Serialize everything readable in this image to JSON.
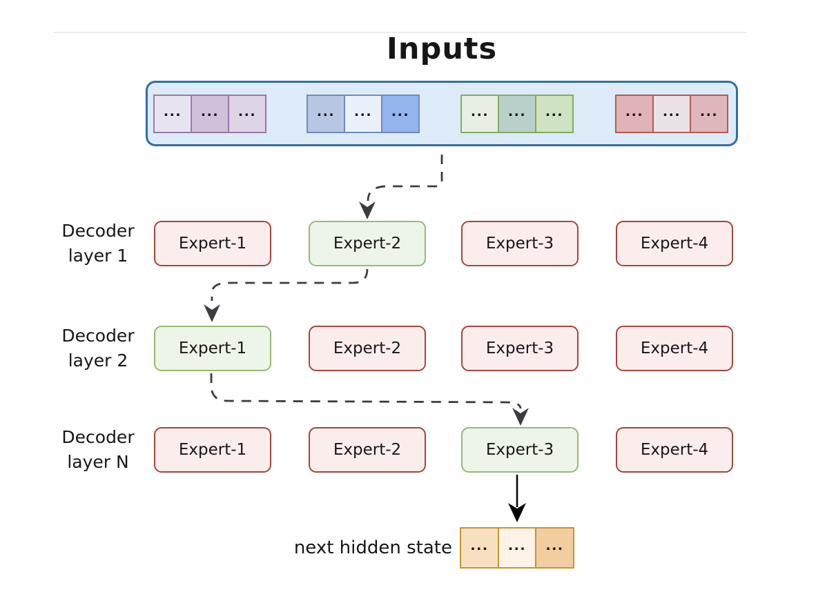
{
  "diagram": {
    "title": "Inputs",
    "token_dots": "...",
    "top_rule_style": "background:#ececec",
    "inputs_row": {
      "container_style": "background:#dcebf7;border-color:#2f6ea5",
      "groups": [
        {
          "name": "purple-token-group",
          "cells": [
            {
              "style": "background:#e8e3f1;border-color:#9878a8"
            },
            {
              "style": "background:#cfc0dc;border-color:#9878a8"
            },
            {
              "style": "background:#ded4e8;border-color:#9878a8"
            }
          ]
        },
        {
          "name": "blue-token-group",
          "cells": [
            {
              "style": "background:#b7c6e3;border-color:#7089bf"
            },
            {
              "style": "background:#e9f0f9;border-color:#7089bf"
            },
            {
              "style": "background:#94b4ee;border-color:#7089bf"
            }
          ]
        },
        {
          "name": "green-token-group",
          "cells": [
            {
              "style": "background:#e8efe2;border-color:#83ab60"
            },
            {
              "style": "background:#b9d0ca;border-color:#83ab60"
            },
            {
              "style": "background:#cfe2c2;border-color:#83ab60"
            }
          ]
        },
        {
          "name": "red-token-group",
          "cells": [
            {
              "style": "background:#dfb3b8;border-color:#b15a52"
            },
            {
              "style": "background:#ebe2e8;border-color:#b15a52"
            },
            {
              "style": "background:#dfb6bb;border-color:#b15a52"
            }
          ]
        }
      ]
    },
    "decoder_layers": [
      {
        "label_line1": "Decoder",
        "label_line2": "layer 1",
        "experts": [
          {
            "label": "Expert-1",
            "state": "unselected",
            "style": "background:#fceded;border-color:#a4443a"
          },
          {
            "label": "Expert-2",
            "state": "selected",
            "style": "background:#edf4e8;border-color:#92bb74"
          },
          {
            "label": "Expert-3",
            "state": "unselected",
            "style": "background:#fceded;border-color:#a4443a"
          },
          {
            "label": "Expert-4",
            "state": "unselected",
            "style": "background:#fceded;border-color:#a4443a"
          }
        ]
      },
      {
        "label_line1": "Decoder",
        "label_line2": "layer 2",
        "experts": [
          {
            "label": "Expert-1",
            "state": "selected",
            "style": "background:#edf4e8;border-color:#92bb74"
          },
          {
            "label": "Expert-2",
            "state": "unselected",
            "style": "background:#fceded;border-color:#a4443a"
          },
          {
            "label": "Expert-3",
            "state": "unselected",
            "style": "background:#fceded;border-color:#a4443a"
          },
          {
            "label": "Expert-4",
            "state": "unselected",
            "style": "background:#fceded;border-color:#a4443a"
          }
        ]
      },
      {
        "label_line1": "Decoder",
        "label_line2": "layer N",
        "experts": [
          {
            "label": "Expert-1",
            "state": "unselected",
            "style": "background:#fceded;border-color:#a4443a"
          },
          {
            "label": "Expert-2",
            "state": "unselected",
            "style": "background:#fceded;border-color:#a4443a"
          },
          {
            "label": "Expert-3",
            "state": "selected",
            "style": "background:#edf4e8;border-color:#92bb74"
          },
          {
            "label": "Expert-4",
            "state": "unselected",
            "style": "background:#fceded;border-color:#a4443a"
          }
        ]
      }
    ],
    "output": {
      "label": "next hidden state",
      "cells": [
        {
          "style": "background:#f8dfc0;border-color:#c5952f"
        },
        {
          "style": "background:#fdf3e7;border-color:#c5952f"
        },
        {
          "style": "background:#f2cda0;border-color:#c5952f"
        }
      ]
    },
    "colors": {
      "connector": "#3b3b42",
      "solid_arrow": "#050505"
    }
  }
}
